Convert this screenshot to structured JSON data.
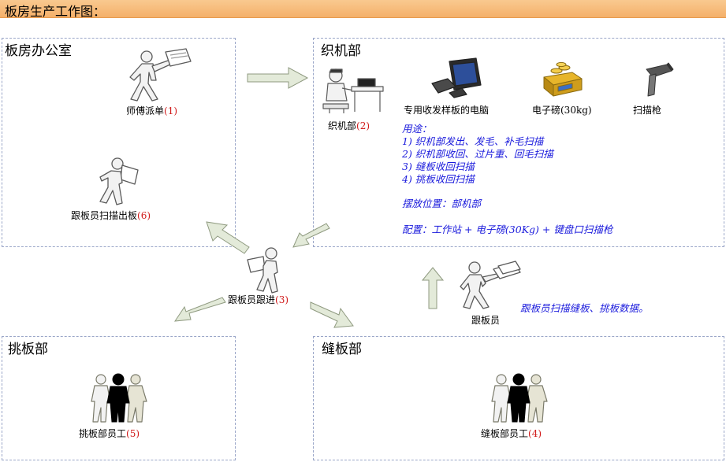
{
  "title": "板房生产工作图：",
  "office": {
    "title": "板房办公室",
    "master_label": "师傅派单",
    "master_num": "(1)",
    "scan_out_label": "跟板员扫描出板",
    "scan_out_num": "(6)"
  },
  "weaving": {
    "title": "织机部",
    "person_label": "织机部",
    "person_num": "(2)",
    "devices": [
      "专用收发样板的电脑",
      "电子磅(30kg)",
      "扫描枪"
    ],
    "usage_title": "用途：",
    "usage_items": [
      "1) 织机部发出、发毛、补毛扫描",
      "2) 织机部收回、过片重、回毛扫描",
      "3) 缝板收回扫描",
      "4) 挑板收回扫描"
    ],
    "placement": "摆放位置：部机部",
    "config": "配置：工作站 + 电子磅(30Kg) + 键盘口扫描枪"
  },
  "follower": {
    "label": "跟板员跟进",
    "num": "(3)"
  },
  "follower2": {
    "label": "跟板员",
    "note": "跟板员扫描缝板、挑板数据。"
  },
  "picking": {
    "title": "挑板部",
    "label": "挑板部员工",
    "num": "(5)"
  },
  "sewing": {
    "title": "缝板部",
    "label": "缝板部员工",
    "num": "(4)"
  },
  "colors": {
    "title_bg": "#f4b06a",
    "panel_border": "#9aa6c8",
    "arrow_fill": "#e3ead9",
    "arrow_stroke": "#8f9a80",
    "usage_text": "#1a1adc",
    "number": "#d11a1a"
  }
}
